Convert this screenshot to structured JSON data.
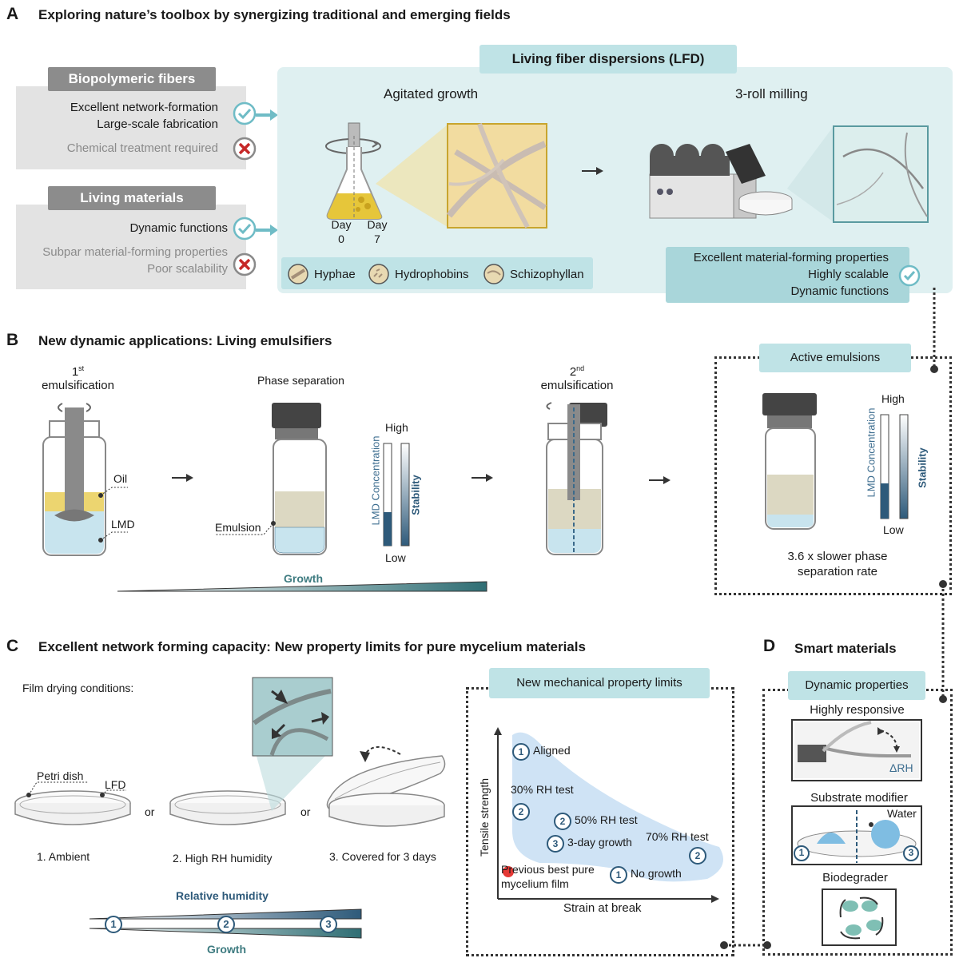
{
  "panelA": {
    "letter": "A",
    "title": "Exploring nature’s toolbox by synergizing traditional and emerging fields",
    "biopolymeric": {
      "header": "Biopolymeric fibers",
      "pro1": "Excellent network-formation",
      "pro2": "Large-scale fabrication",
      "con1": "Chemical treatment required"
    },
    "living": {
      "header": "Living materials",
      "pro1": "Dynamic functions",
      "con1": "Subpar material-forming properties",
      "con2": "Poor scalability"
    },
    "lfd": {
      "header": "Living fiber dispersions (LFD)",
      "agitated": "Agitated growth",
      "milling": "3-roll milling",
      "day_a": "Day",
      "day_a_num": "0",
      "day_b": "Day",
      "day_b_num": "7",
      "legend": [
        "Hyphae",
        "Hydrophobins",
        "Schizophyllan"
      ],
      "benefits": [
        "Excellent material-forming properties",
        "Highly scalable",
        "Dynamic functions"
      ]
    }
  },
  "panelB": {
    "letter": "B",
    "title": "New dynamic applications: Living emulsifiers",
    "first_emul_num": "1",
    "first_emul_sup": "st",
    "first_emul_label": "emulsification",
    "oil": "Oil",
    "lmd": "LMD",
    "phase_sep": "Phase separation",
    "emulsion": "Emulsion",
    "second_emul_num": "2",
    "second_emul_sup": "nd",
    "second_emul_label": "emulsification",
    "high": "High",
    "low": "Low",
    "lmd_conc": "LMD Concentration",
    "stability": "Stability",
    "growth": "Growth",
    "active": {
      "header": "Active emulsions",
      "high": "High",
      "low": "Low",
      "lmd_conc": "LMD Concentration",
      "stability": "Stability",
      "caption1": "3.6 x slower phase",
      "caption2": "separation rate"
    }
  },
  "panelC": {
    "letter": "C",
    "title": "Excellent network forming capacity: New property limits for pure mycelium materials",
    "film_cond": "Film drying conditions:",
    "petri": "Petri dish",
    "lfd": "LFD",
    "or1": "or",
    "or2": "or",
    "cond1": "1. Ambient",
    "cond2": "2. High RH humidity",
    "cond3": "3. Covered for 3 days",
    "rh_label": "Relative humidity",
    "growth_label": "Growth",
    "gradient_nums": [
      "1",
      "2",
      "3"
    ],
    "mech": {
      "header": "New mechanical property limits",
      "ylabel": "Tensile strength",
      "xlabel": "Strain at break",
      "points": [
        {
          "num": "1",
          "label": "Aligned"
        },
        {
          "num": "2",
          "label": "30% RH test"
        },
        {
          "num": "2",
          "label": "50% RH test"
        },
        {
          "num": "3",
          "label": "3-day growth"
        },
        {
          "num": "2",
          "label": "70% RH test"
        },
        {
          "num": "1",
          "label": "No growth"
        }
      ],
      "prev1": "Previous best pure",
      "prev2": "mycelium film"
    }
  },
  "panelD": {
    "letter": "D",
    "title": "Smart materials",
    "header": "Dynamic properties",
    "responsive": "Highly responsive",
    "drh": "ΔRH",
    "substrate": "Substrate modifier",
    "water": "Water",
    "sub_n1": "1",
    "sub_n3": "3",
    "biodegrader": "Biodegrader"
  },
  "colors": {
    "teal_light": "#dff0f1",
    "teal_header": "#bfe3e6",
    "gray_box": "#e3e3e3",
    "gray_header": "#8c8c8c",
    "navy": "#2e5a7a",
    "check": "#6fbcc6",
    "cross": "#c62828",
    "red_dot": "#e53935",
    "cloud": "#cfe3f5"
  }
}
